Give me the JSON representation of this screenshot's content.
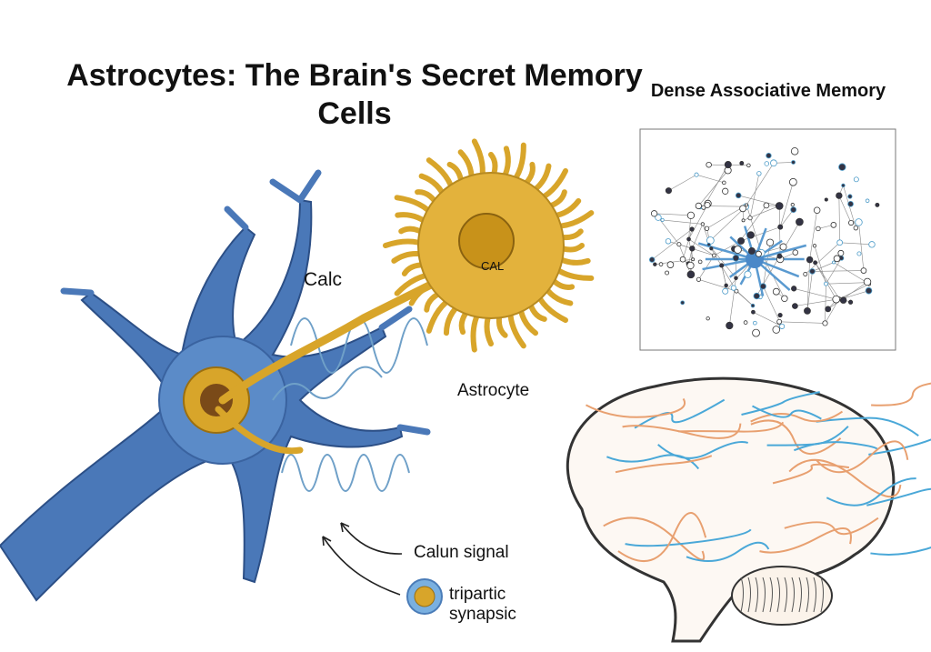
{
  "title": "Astrocytes: The Brain's Secret Memory Cells",
  "network_panel": {
    "title": "Dense Associative Memory"
  },
  "labels": {
    "nucleus": "CAL",
    "calc": "Calc",
    "astrocyte": "Astrocyte",
    "signal": "Calun signal",
    "synapse": "tripartic synapsic"
  },
  "colors": {
    "neuron_blue": "#3f6fb0",
    "astro_gold": "#d8a52a",
    "brain_orange": "#e8a070",
    "brain_blue": "#4aa8d8"
  }
}
